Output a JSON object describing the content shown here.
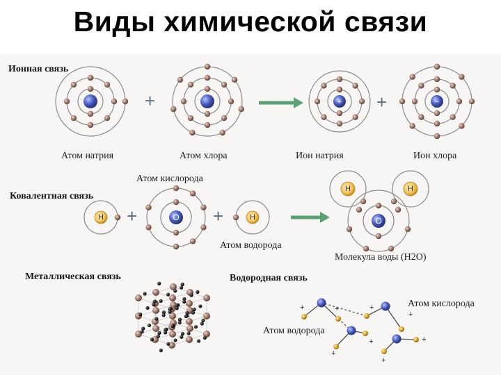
{
  "title": "Виды химической связи",
  "sections": {
    "ionic": "Ионная связь",
    "covalent": "Ковалентная связь",
    "metallic": "Металлическая связь",
    "hydrogen": "Водородная связь"
  },
  "labels": {
    "sodium_atom": "Атом натрия",
    "chlorine_atom": "Атом хлора",
    "sodium_ion": "Ион натрия",
    "chlorine_ion": "Ион хлора",
    "oxygen_atom": "Атом кислорода",
    "hydrogen_atom": "Атом водорода",
    "water_molecule": "Молекула воды (H2O)",
    "hb_oxygen": "Атом кислорода",
    "hb_hydrogen": "Атом водорода"
  },
  "symbols": {
    "plus": "+",
    "minus": "−",
    "H": "H",
    "O": "O"
  },
  "colors": {
    "nucleus": "#4a5fc0",
    "electron": "#9b7467",
    "orbit": "#8a8a8a",
    "hydrogen": "#e0a52a",
    "arrow": "#5aa073"
  }
}
